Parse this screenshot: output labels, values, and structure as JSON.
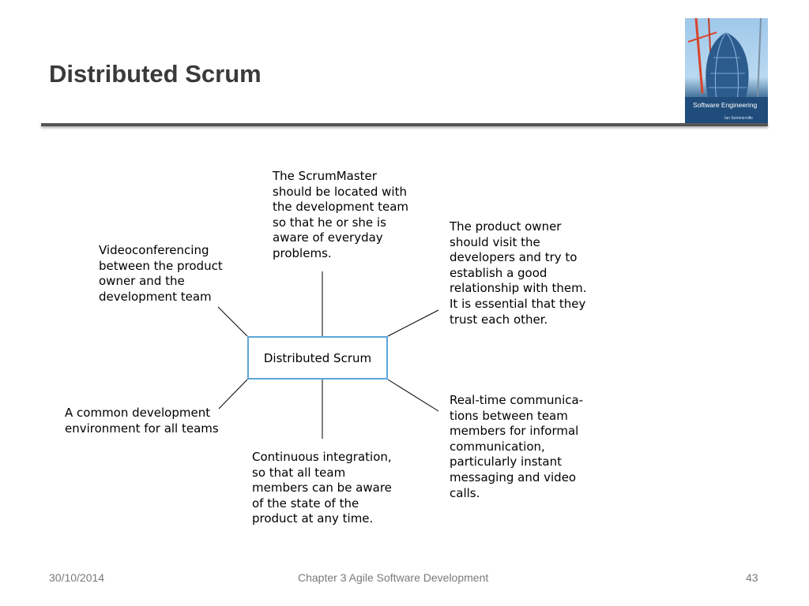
{
  "slide": {
    "title": "Distributed Scrum"
  },
  "book_cover": {
    "title": "Software Engineering",
    "author": "Ian Sommerville"
  },
  "diagram": {
    "center": "Distributed Scrum",
    "nodes": {
      "top": "The ScrumMaster\nshould be located with\nthe development team\nso that he or she is\naware of everyday\nproblems.",
      "top_left": "Videoconferencing\nbetween the product\nowner and the\ndevelopment team",
      "top_right": "The product owner\nshould visit the\ndevelopers and try to\nestablish a good\nrelationship with them.\nIt is essential that they\ntrust each other.",
      "bottom_left": "A common development\nenvironment for all teams",
      "bottom": "Continuous integration,\nso that all team\nmembers can be aware\nof the state of the\nproduct at any time.",
      "bottom_right": "Real-time communica-\ntions between team\nmembers for informal\ncommunication,\nparticularly instant\nmessaging and video\ncalls."
    }
  },
  "footer": {
    "date": "30/10/2014",
    "chapter": "Chapter 3 Agile Software Development",
    "page": "43"
  },
  "colors": {
    "title": "#3a3a3a",
    "center_border": "#5aa7d8",
    "footer_text": "#7a7a7a"
  }
}
